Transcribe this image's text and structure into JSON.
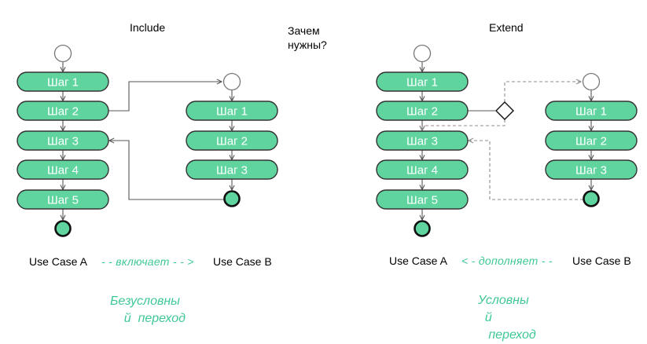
{
  "question": "Зачем\nнужны?",
  "colors": {
    "accent": "#3fc895",
    "step_fill": "#5fd49f",
    "line": "#555555",
    "dashed_line": "#8c8c8c"
  },
  "include": {
    "title": "Include",
    "use_case_a": "Use Case A",
    "relation": "- - включает - - >",
    "use_case_b": "Use Case B",
    "note": "Безусловны\n    й  переход",
    "flow_a_steps": [
      "Шаг 1",
      "Шаг 2",
      "Шаг 3",
      "Шаг 4",
      "Шаг 5"
    ],
    "flow_b_steps": [
      "Шаг 1",
      "Шаг 2",
      "Шаг 3"
    ]
  },
  "extend": {
    "title": "Extend",
    "use_case_a": "Use Case A",
    "relation": "< - дополняет - -",
    "use_case_b": "Use Case B",
    "note": "Условны\n  й\n   переход",
    "flow_a_steps": [
      "Шаг 1",
      "Шаг 2",
      "Шаг 3",
      "Шаг 4",
      "Шаг 5"
    ],
    "flow_b_steps": [
      "Шаг 1",
      "Шаг 2",
      "Шаг 3"
    ]
  }
}
